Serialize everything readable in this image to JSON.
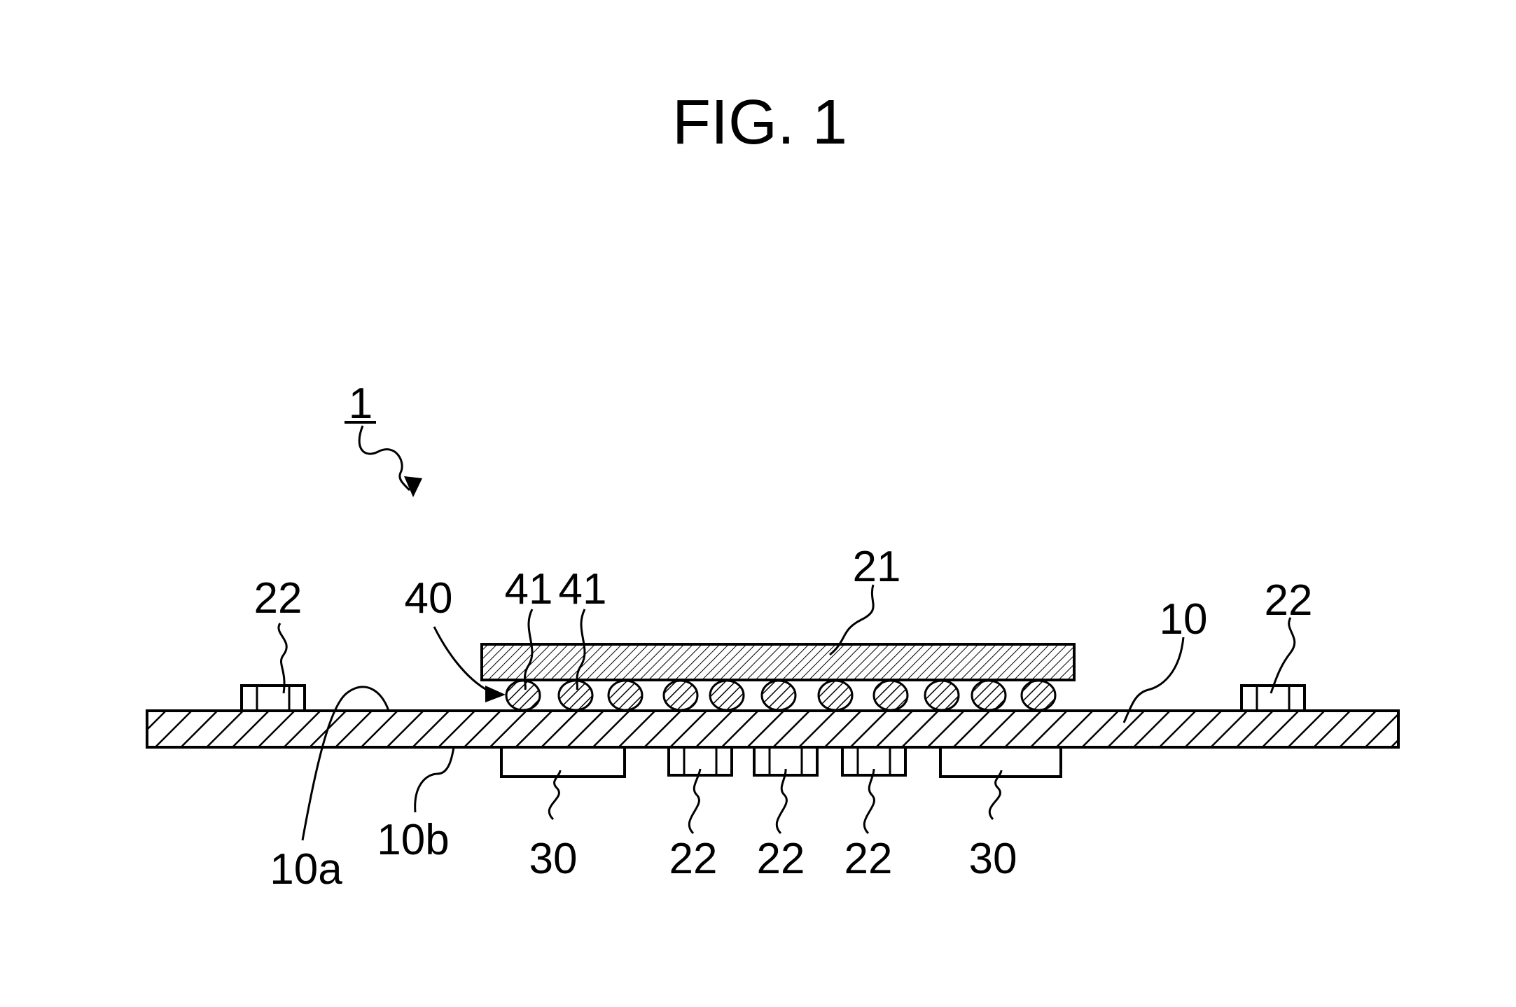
{
  "figure": {
    "title": "FIG. 1",
    "labels": {
      "assembly": "1",
      "board": "10",
      "board_top_surface": "10a",
      "board_bottom_surface": "10b",
      "package": "21",
      "component_top_left": "22",
      "component_top_right": "22",
      "component_bottom_1": "22",
      "component_bottom_2": "22",
      "component_bottom_3": "22",
      "module_bottom_left": "30",
      "module_bottom_right": "30",
      "bump_array": "40",
      "bump_a": "41",
      "bump_b": "41"
    }
  }
}
